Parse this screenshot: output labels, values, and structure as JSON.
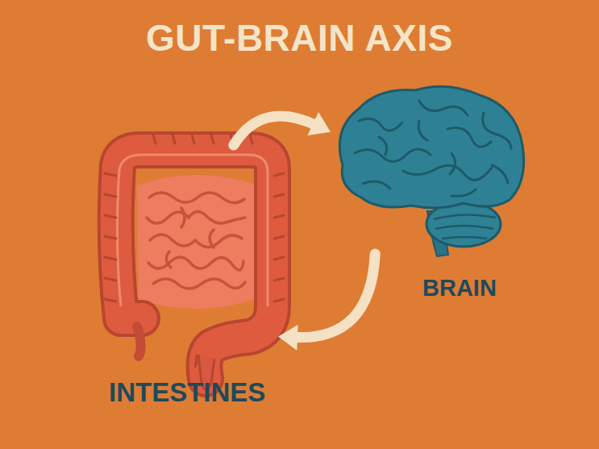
{
  "diagram": {
    "title": "GUT-BRAIN AXIS",
    "nodes": [
      {
        "text": [
          "INTESTINES"
        ]
      },
      {
        "text": [
          "BRAIN"
        ]
      }
    ],
    "edges": [
      {
        "from": 0,
        "to": 1,
        "arrow": "to"
      },
      {
        "from": 1,
        "to": 0,
        "arrow": "to"
      }
    ]
  }
}
